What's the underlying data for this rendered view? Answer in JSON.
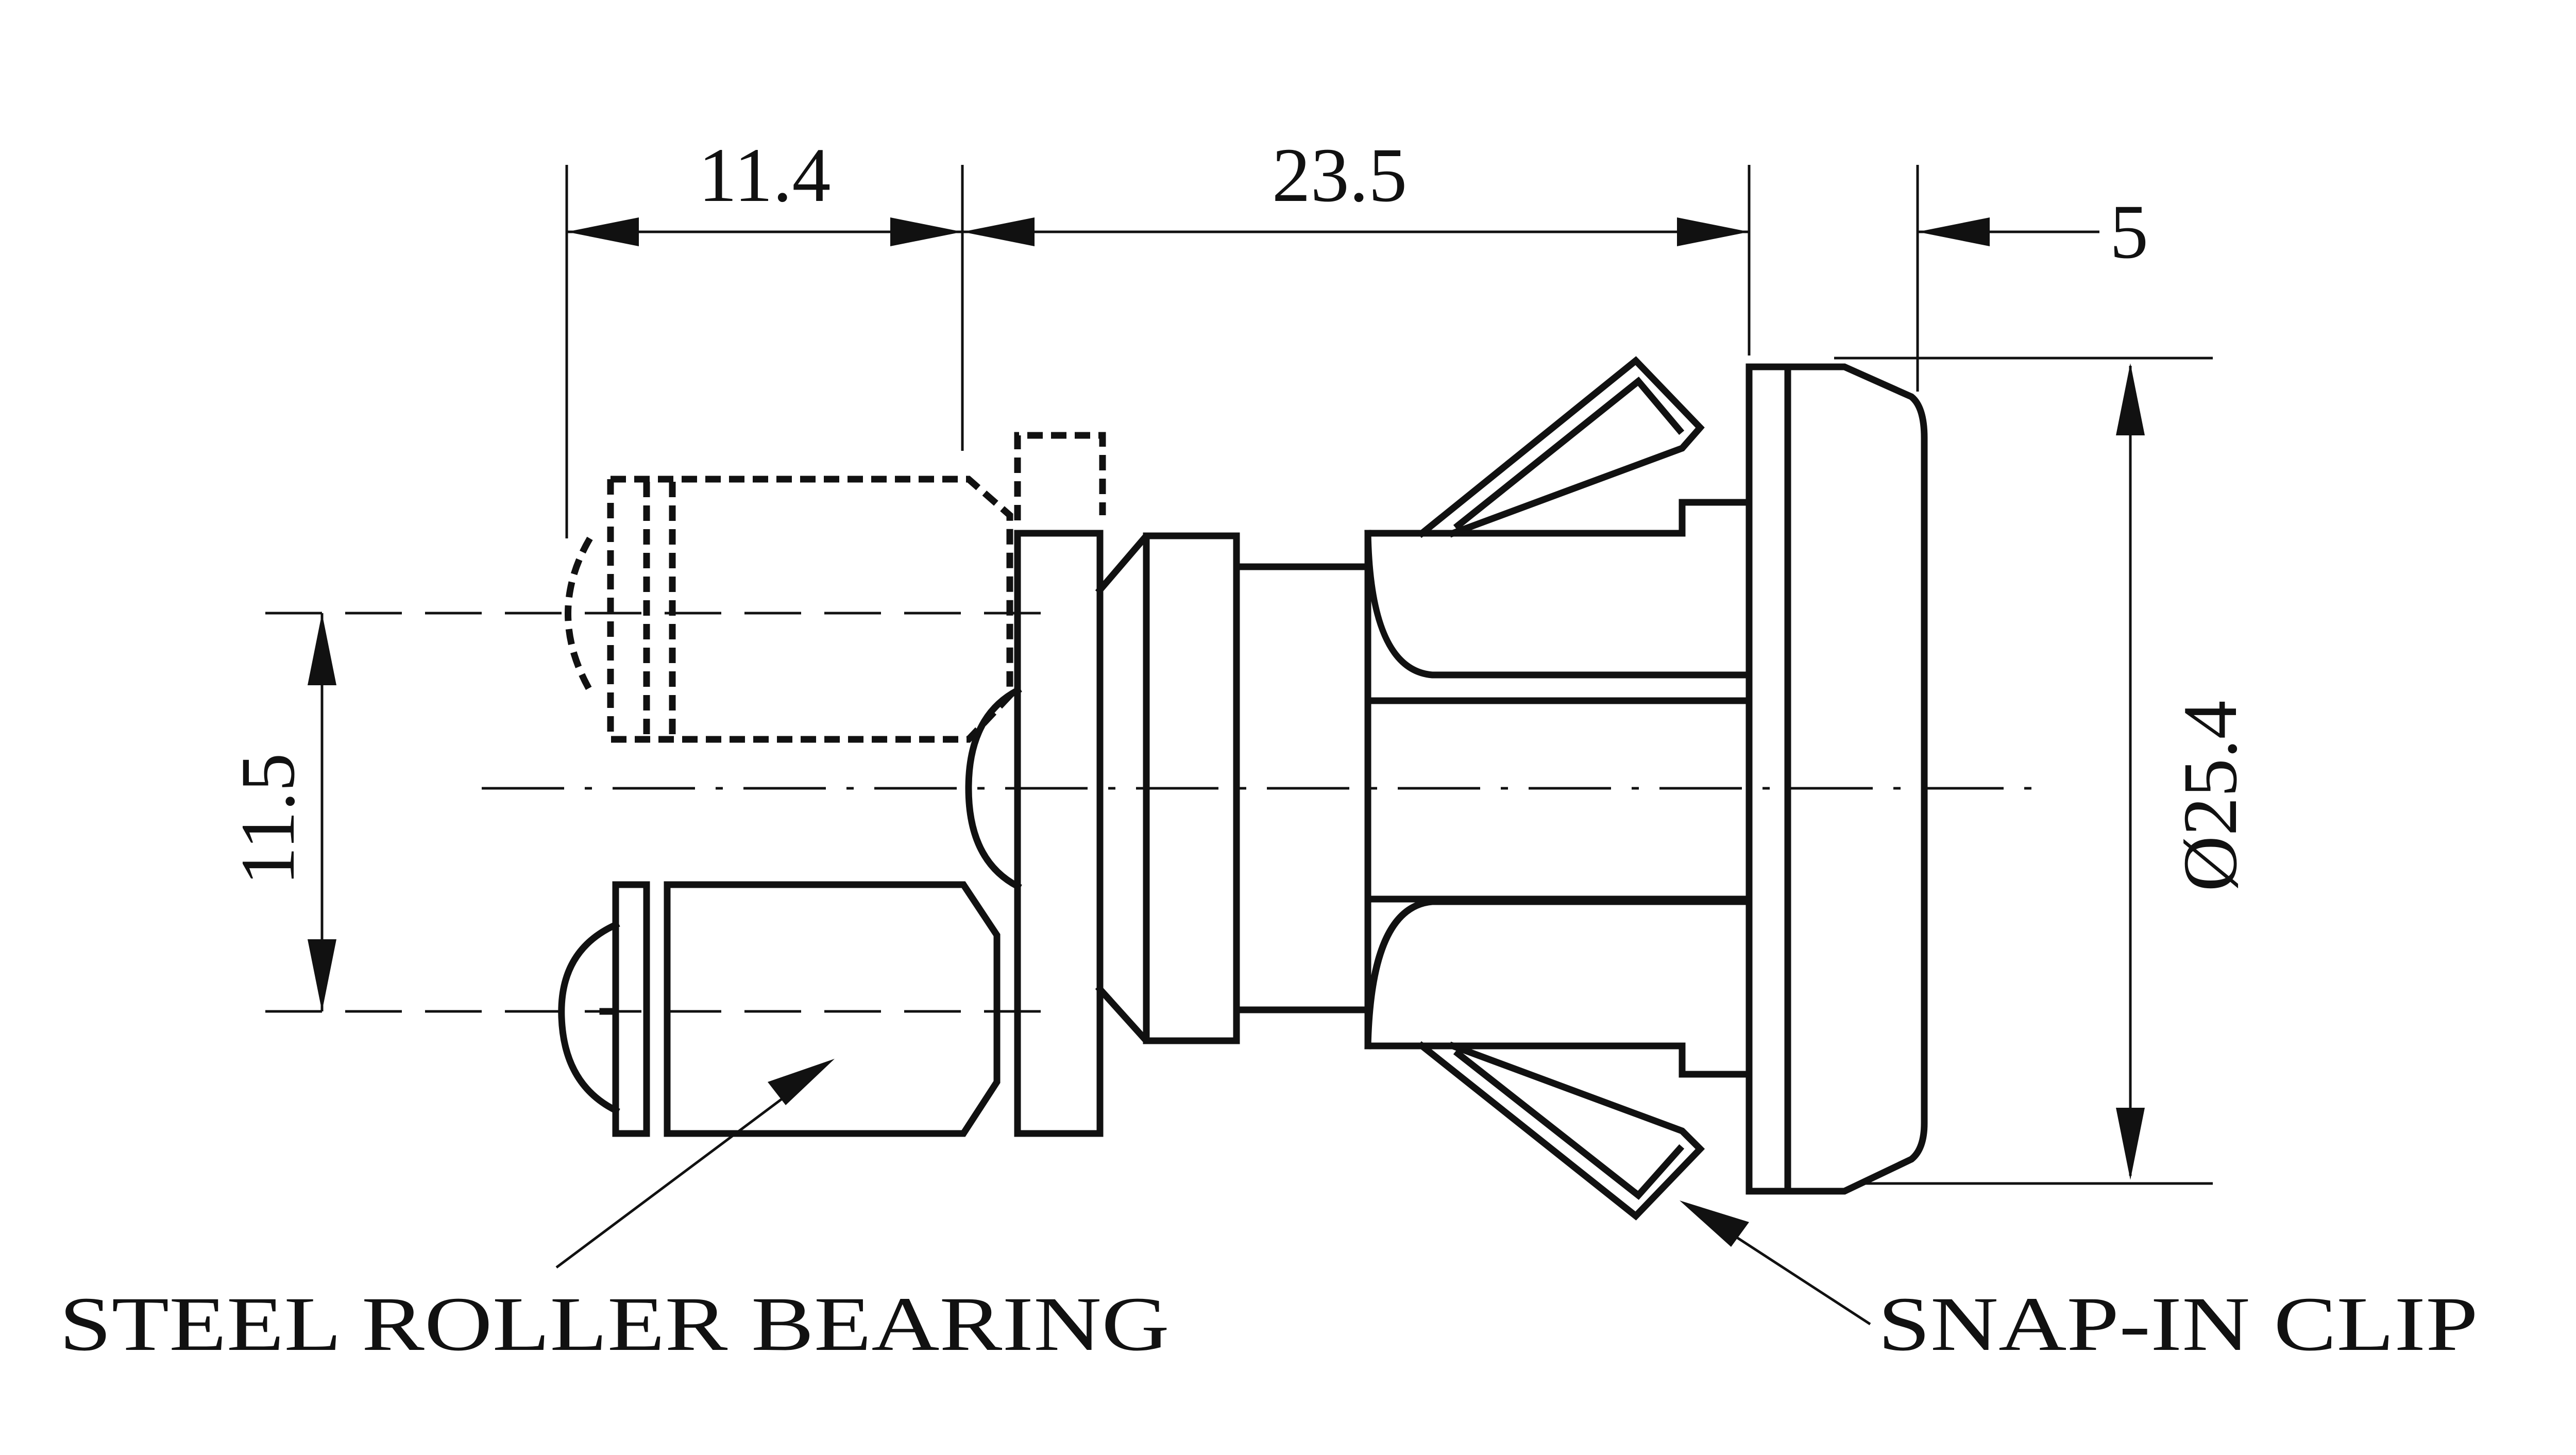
{
  "drawing": {
    "dimensions": {
      "bearing_travel": "11.4",
      "body_length": "23.5",
      "flange_thickness": "5",
      "offset": "11.5",
      "flange_diameter": "Ø25.4"
    },
    "callouts": {
      "bearing": "STEEL ROLLER BEARING",
      "clip": "SNAP-IN CLIP"
    }
  }
}
